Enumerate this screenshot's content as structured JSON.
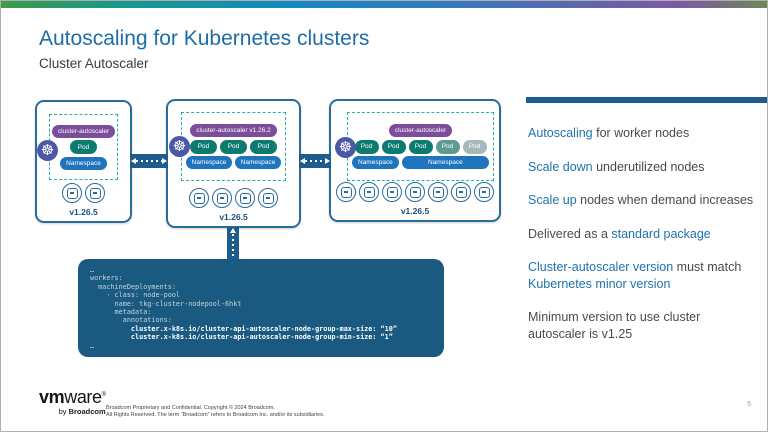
{
  "slide": {
    "title": "Autoscaling for Kubernetes clusters",
    "subtitle": "Cluster Autoscaler",
    "page_number": "5"
  },
  "colors": {
    "accent_blue": "#1f73ae",
    "dark_bar": "#1d5c8c",
    "autoscaler_purple": "#7b4d9b",
    "pod_teal": "#0d7a72",
    "namespace_blue": "#1e74bd",
    "code_background": "#1b5a80"
  },
  "clusters": [
    {
      "autoscaler_label": "cluster-autoscaler",
      "pods": [
        {
          "label": "Pod",
          "emphasis": "full"
        }
      ],
      "namespaces": [
        {
          "label": "Namespace",
          "wide": false
        }
      ],
      "node_count": 2,
      "version": "v1.26.5",
      "k8s_icon": "kubernetes-helm-wheel"
    },
    {
      "autoscaler_label": "cluster-autoscaler v1.26.2",
      "pods": [
        {
          "label": "Pod",
          "emphasis": "full"
        },
        {
          "label": "Pod",
          "emphasis": "full"
        },
        {
          "label": "Pod",
          "emphasis": "full"
        }
      ],
      "namespaces": [
        {
          "label": "Namespace",
          "wide": false
        },
        {
          "label": "Namespace",
          "wide": false
        }
      ],
      "node_count": 4,
      "version": "v1.26.5",
      "k8s_icon": "kubernetes-helm-wheel"
    },
    {
      "autoscaler_label": "cluster-autoscaler",
      "pods": [
        {
          "label": "Pod",
          "emphasis": "full"
        },
        {
          "label": "Pod",
          "emphasis": "full"
        },
        {
          "label": "Pod",
          "emphasis": "full"
        },
        {
          "label": "Pod",
          "emphasis": "faded"
        },
        {
          "label": "Pod",
          "emphasis": "ghost"
        }
      ],
      "namespaces": [
        {
          "label": "Namespace",
          "wide": false
        },
        {
          "label": "Namespace",
          "wide": true
        }
      ],
      "node_count": 7,
      "version": "v1.26.5",
      "k8s_icon": "kubernetes-helm-wheel"
    }
  ],
  "code_block": {
    "lines": [
      {
        "text": "…",
        "bold": false
      },
      {
        "text": "workers:",
        "bold": false
      },
      {
        "text": "  machineDeployments:",
        "bold": false
      },
      {
        "text": "    - class: node-pool",
        "bold": false
      },
      {
        "text": "      name: tkg-cluster-nodepool-6hkt",
        "bold": false
      },
      {
        "text": "      metadata:",
        "bold": false
      },
      {
        "text": "        annotations:",
        "bold": false
      },
      {
        "text": "          cluster.x-k8s.io/cluster-api-autoscaler-node-group-max-size: “10”",
        "bold": true
      },
      {
        "text": "          cluster.x-k8s.io/cluster-api-autoscaler-node-group-min-size: “1”",
        "bold": true
      },
      {
        "text": "…",
        "bold": false
      }
    ]
  },
  "bullets": [
    {
      "segments": [
        {
          "text": "Autoscaling",
          "highlight": true
        },
        {
          "text": " for worker nodes",
          "highlight": false
        }
      ]
    },
    {
      "segments": [
        {
          "text": "Scale down",
          "highlight": true
        },
        {
          "text": " underutilized nodes",
          "highlight": false
        }
      ]
    },
    {
      "segments": [
        {
          "text": "Scale up",
          "highlight": true
        },
        {
          "text": " nodes when demand increases",
          "highlight": false
        }
      ]
    },
    {
      "segments": [
        {
          "text": "Delivered as a ",
          "highlight": false
        },
        {
          "text": "standard package",
          "highlight": true
        }
      ]
    },
    {
      "segments": [
        {
          "text": "Cluster-autoscaler version",
          "highlight": true
        },
        {
          "text": " must match ",
          "highlight": false
        },
        {
          "text": "Kubernetes minor version",
          "highlight": true
        }
      ]
    },
    {
      "segments": [
        {
          "text": "Minimum version to use cluster autoscaler is v1.25",
          "highlight": false
        }
      ]
    }
  ],
  "footer": {
    "logo_vm": "vm",
    "logo_ware": "ware",
    "logo_reg": "®",
    "byline_by": "by ",
    "byline_brand": "Broadcom",
    "disclaimer_line1": "Broadcom Proprietary and Confidential. Copyright © 2024 Broadcom.",
    "disclaimer_line2": "All Rights Reserved. The term “Broadcom” refers to Broadcom Inc. and/or its subsidiaries."
  }
}
